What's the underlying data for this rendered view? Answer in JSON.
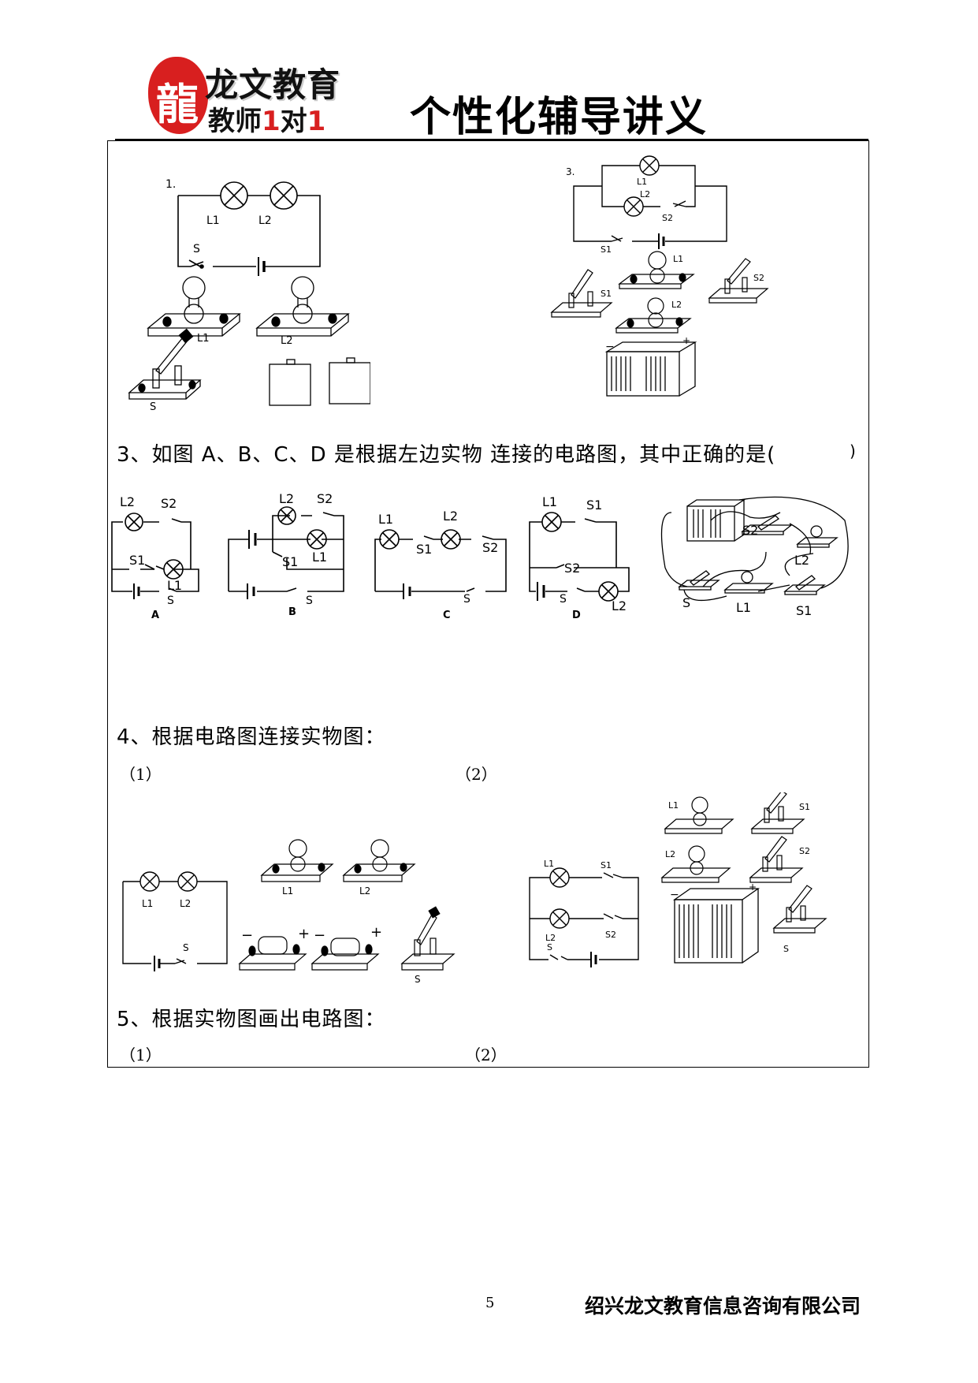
{
  "header": {
    "logo": {
      "line1": "龙文教育",
      "line2_prefix": "教师",
      "line2_num1": "1",
      "line2_mid": "对",
      "line2_num2": "1"
    },
    "title": "个性化辅导讲义"
  },
  "fig1": {
    "num": "1.",
    "lamp1": "L1",
    "lamp2": "L2",
    "switch": "S",
    "obj_lamp1": "L1",
    "obj_lamp2": "L2",
    "obj_switch": "S"
  },
  "fig3": {
    "num": "3.",
    "lamp1": "L1",
    "lamp2": "L2",
    "switch1": "S1",
    "switch2": "S2",
    "obj_lamp1": "L1",
    "obj_lamp2": "L2",
    "obj_switch1": "S1",
    "obj_switch2": "S2"
  },
  "q3": {
    "text": "3、如图 A、B、C、D 是根据左边实物 连接的电路图，其中正确的是(",
    "close": ")",
    "a": {
      "letter": "A",
      "l1": "L1",
      "l2": "L2",
      "s": "S",
      "s1": "S1",
      "s2": "S2"
    },
    "b": {
      "letter": "B",
      "l1": "L1",
      "l2": "L2",
      "s": "S",
      "s1": "S1",
      "s2": "S2"
    },
    "c": {
      "letter": "C",
      "l1": "L1",
      "l2": "L2",
      "s": "S",
      "s1": "S1",
      "s2": "S2"
    },
    "d": {
      "letter": "D",
      "l1": "L1",
      "l2": "L2",
      "s": "S",
      "s1": "S1",
      "s2": "S2"
    },
    "phys": {
      "s": "S",
      "s1": "S1",
      "s2": "S2",
      "l1": "L1",
      "l2": "L2"
    }
  },
  "q4": {
    "text": "4、根据电路图连接实物图：",
    "sub1": "（1）",
    "sub2": "（2）",
    "c1": {
      "l1": "L1",
      "l2": "L2",
      "s": "S",
      "obj_l1": "L1",
      "obj_l2": "L2",
      "obj_s": "S"
    },
    "c2": {
      "l1": "L1",
      "l2": "L2",
      "s1": "S1",
      "s2": "S2",
      "s": "S",
      "obj_l1": "L1",
      "obj_l2": "L2",
      "obj_s1": "S1",
      "obj_s2": "S2",
      "obj_s": "S"
    }
  },
  "q5": {
    "text": "5、根据实物图画出电路图：",
    "sub1": "（1）",
    "sub2": "（2）"
  },
  "footer": {
    "page": "5",
    "company": "绍兴龙文教育信息咨询有限公司"
  }
}
